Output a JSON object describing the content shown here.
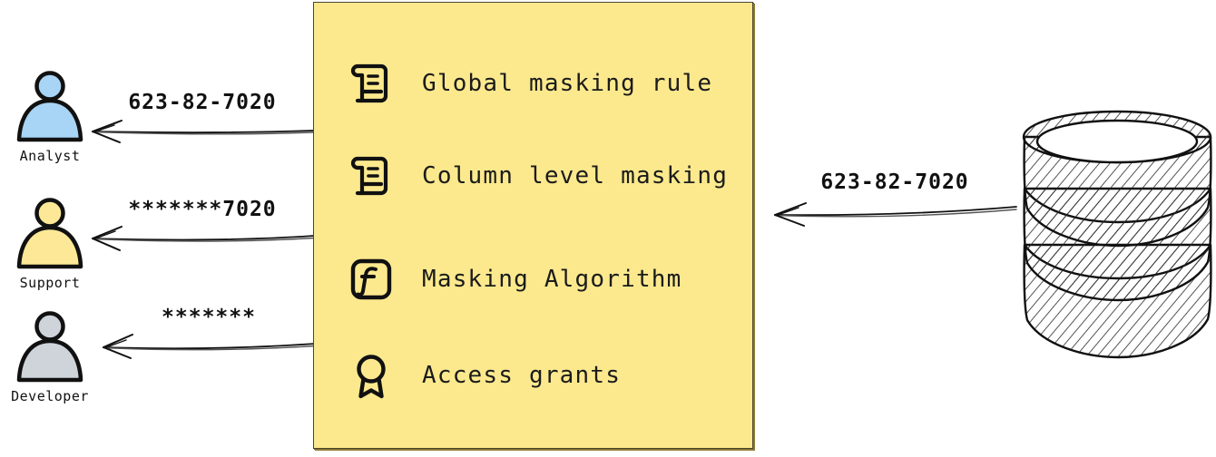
{
  "diagram": {
    "type": "data-masking-flow",
    "colors": {
      "panel_fill": "#FCE98E",
      "analyst_fill": "#A8D4F5",
      "support_fill": "#FCE896",
      "developer_fill": "#CED4DA",
      "stroke": "#111111",
      "background": "#FFFFFF"
    }
  },
  "actors": [
    {
      "id": "analyst",
      "label": "Analyst",
      "icon": "user-icon",
      "fill": "#A8D4F5",
      "received_value": "623-82-7020",
      "arrow": "arrow-left"
    },
    {
      "id": "support",
      "label": "Support",
      "icon": "user-icon",
      "fill": "#FCE896",
      "received_value": "*******7020",
      "arrow": "arrow-left"
    },
    {
      "id": "developer",
      "label": "Developer",
      "icon": "user-icon",
      "fill": "#CED4DA",
      "received_value": "*******",
      "arrow": "arrow-left"
    }
  ],
  "policy_panel": {
    "items": [
      {
        "icon": "scroll-icon",
        "label": "Global masking rule"
      },
      {
        "icon": "scroll-icon",
        "label": "Column level masking"
      },
      {
        "icon": "function-icon",
        "label": "Masking Algorithm"
      },
      {
        "icon": "award-ribbon-icon",
        "label": "Access grants"
      }
    ]
  },
  "source": {
    "id": "database",
    "icon": "database-cylinder-icon",
    "emitted_value": "623-82-7020",
    "arrow": "arrow-left"
  }
}
